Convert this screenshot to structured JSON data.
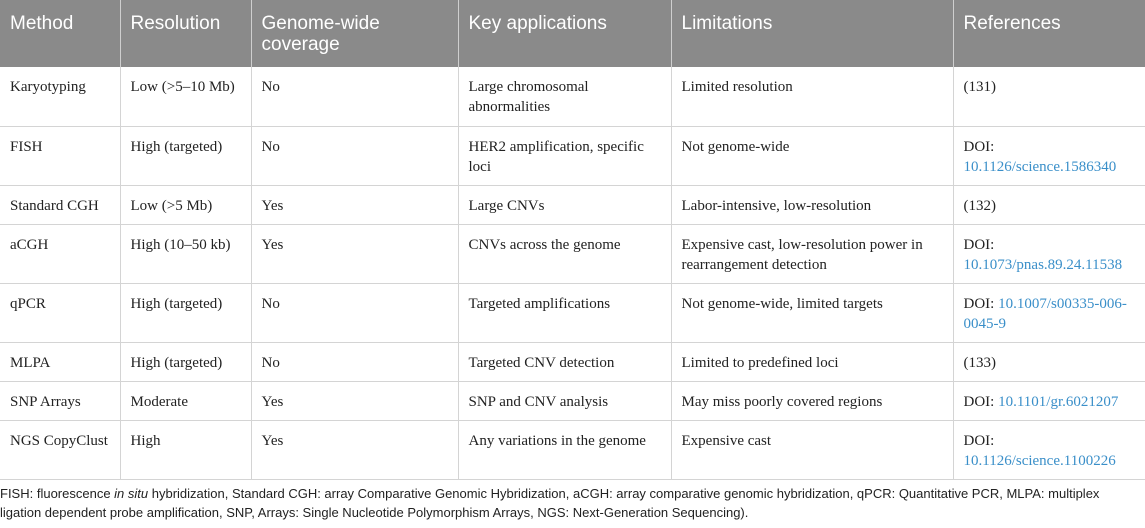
{
  "table": {
    "headers": [
      "Method",
      "Resolution",
      "Genome-wide coverage",
      "Key applications",
      "Limitations",
      "References"
    ],
    "rows": [
      {
        "method": "Karyotyping",
        "resolution": "Low (>5–10 Mb)",
        "coverage": "No",
        "applications": "Large chromosomal abnormalities",
        "limitations": "Limited resolution",
        "ref_prefix": "",
        "ref_text": "(131)"
      },
      {
        "method": "FISH",
        "resolution": "High (targeted)",
        "coverage": "No",
        "applications": "HER2 amplification, specific loci",
        "limitations": "Not genome-wide",
        "ref_prefix": "DOI: ",
        "ref_text": "10.1126/science.1586340"
      },
      {
        "method": "Standard CGH",
        "resolution": "Low (>5 Mb)",
        "coverage": "Yes",
        "applications": "Large CNVs",
        "limitations": "Labor-intensive, low-resolution",
        "ref_prefix": "",
        "ref_text": "(132)"
      },
      {
        "method": "aCGH",
        "resolution": "High (10–50 kb)",
        "coverage": "Yes",
        "applications": "CNVs across the genome",
        "limitations": "Expensive cast, low-resolution power in rearrangement detection",
        "ref_prefix": "DOI: ",
        "ref_text": "10.1073/pnas.89.24.11538"
      },
      {
        "method": "qPCR",
        "resolution": "High (targeted)",
        "coverage": "No",
        "applications": "Targeted amplifications",
        "limitations": "Not genome-wide, limited targets",
        "ref_prefix": "DOI: ",
        "ref_text": "10.1007/s00335-006-0045-9"
      },
      {
        "method": "MLPA",
        "resolution": "High (targeted)",
        "coverage": "No",
        "applications": "Targeted CNV detection",
        "limitations": "Limited to predefined loci",
        "ref_prefix": "",
        "ref_text": "(133)"
      },
      {
        "method": "SNP Arrays",
        "resolution": "Moderate",
        "coverage": "Yes",
        "applications": "SNP and CNV analysis",
        "limitations": "May miss poorly covered regions",
        "ref_prefix": "DOI: ",
        "ref_text": "10.1101/gr.6021207"
      },
      {
        "method": "NGS CopyClust",
        "resolution": "High",
        "coverage": "Yes",
        "applications": "Any variations in the genome",
        "limitations": "Expensive cast",
        "ref_prefix": "DOI: ",
        "ref_text": "10.1126/science.1100226"
      }
    ]
  },
  "footnote": {
    "part1": "FISH: fluorescence ",
    "italic": "in situ",
    "part2": " hybridization, Standard CGH: array Comparative Genomic Hybridization, aCGH: array comparative genomic hybridization, qPCR: Quantitative PCR, MLPA: multiplex ligation dependent probe amplification, SNP, Arrays: Single Nucleotide Polymorphism Arrays, NGS: Next-Generation Sequencing)."
  },
  "colors": {
    "header_bg": "#8a8a8a",
    "header_text": "#ffffff",
    "link": "#3a8fc9",
    "border": "#d4d4d4"
  }
}
